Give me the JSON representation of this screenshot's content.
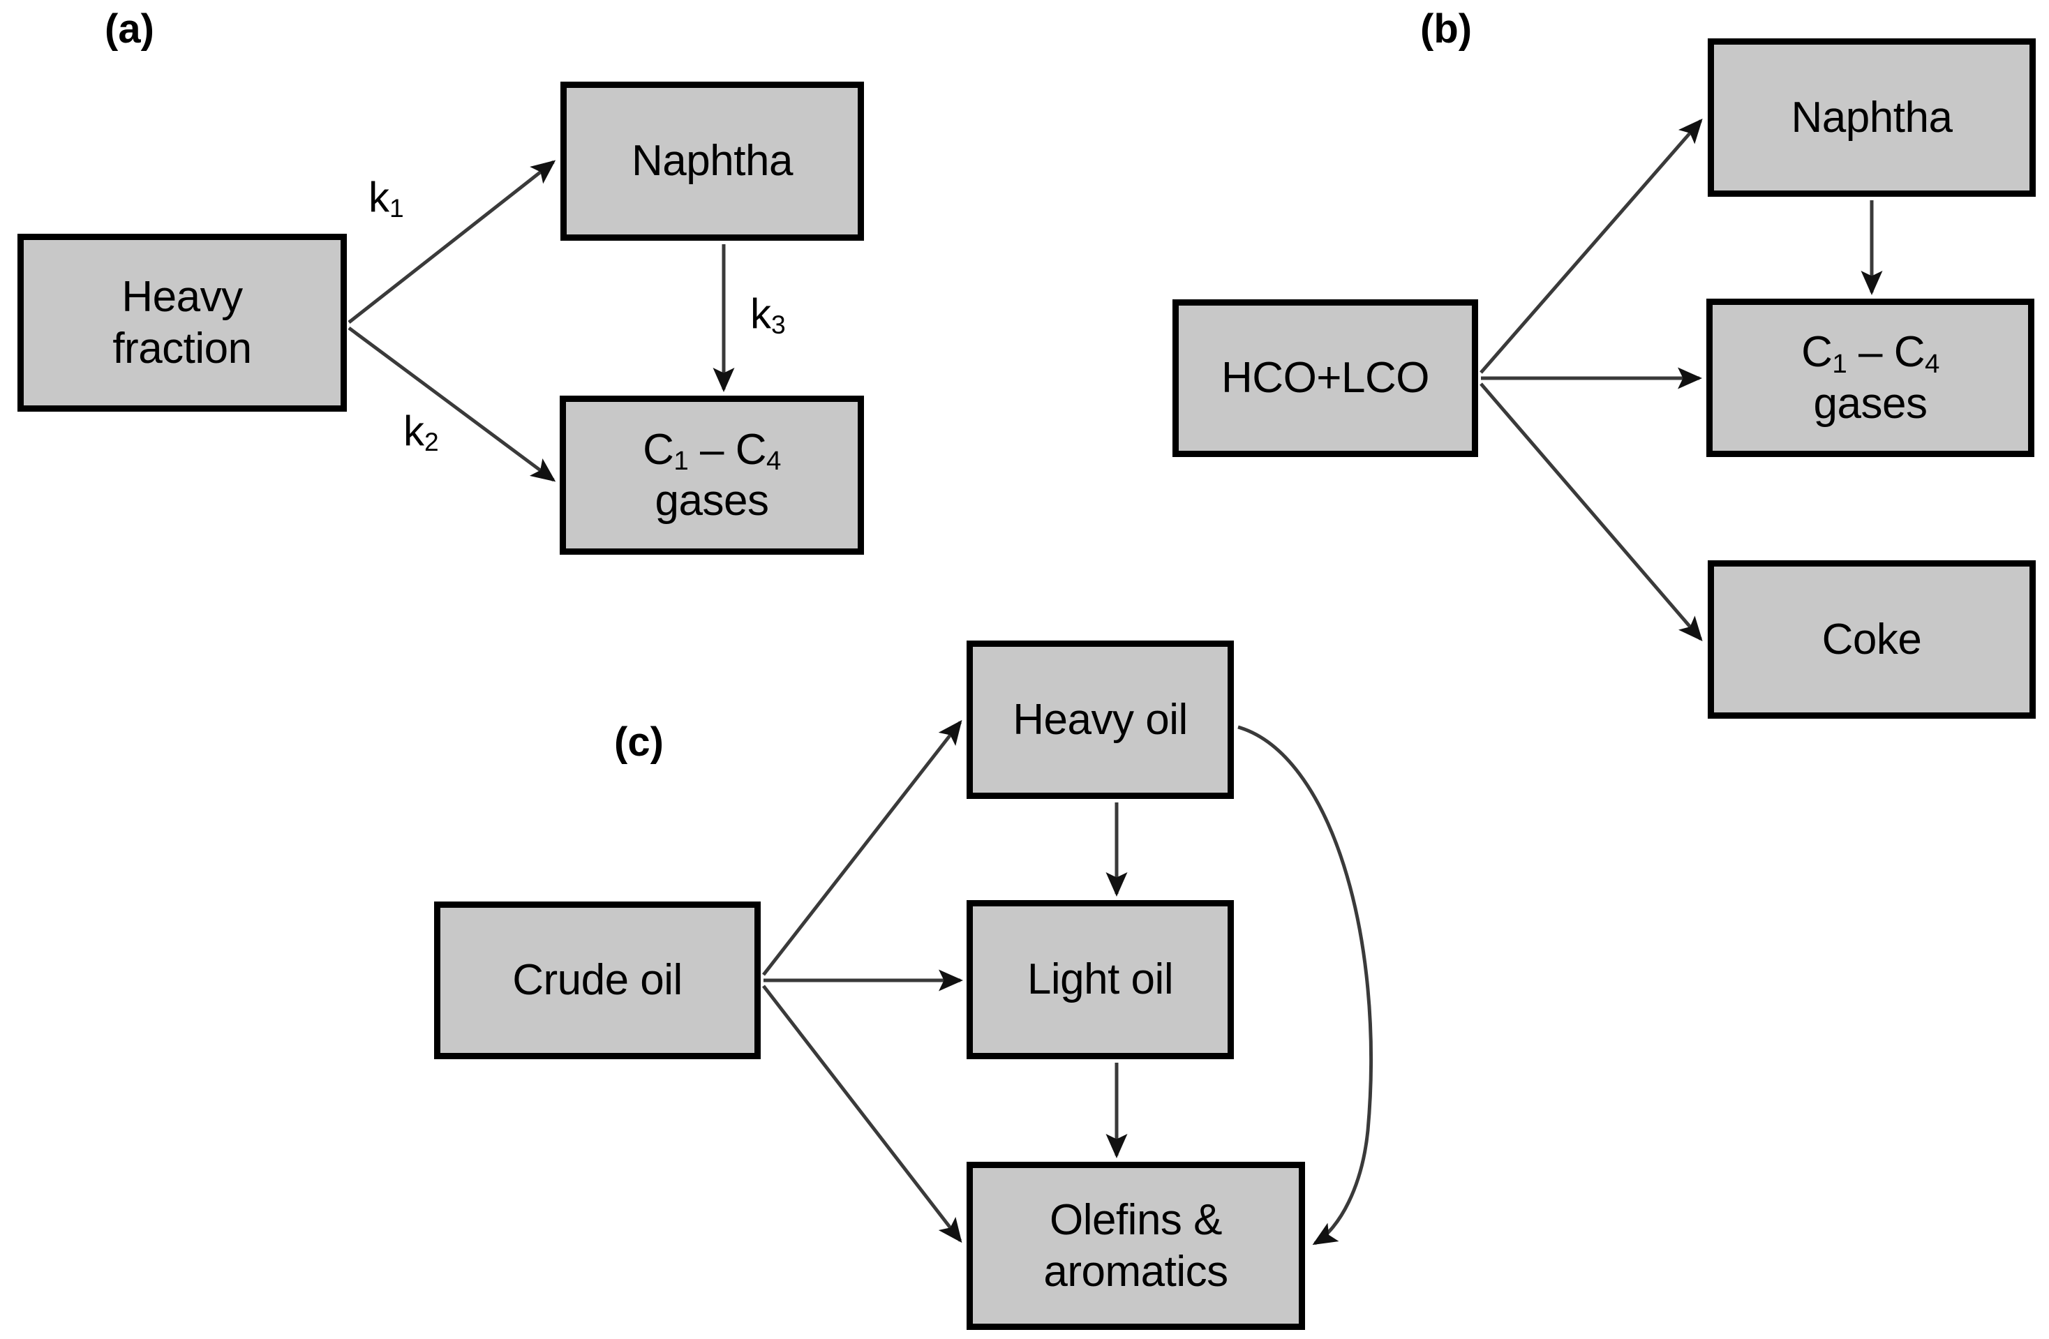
{
  "figure": {
    "background_color": "#ffffff",
    "node_fill_color": "#c8c8c8",
    "node_border_color": "#000000",
    "edge_color": "#3a3a3a",
    "text_color": "#000000"
  },
  "panels": [
    {
      "id": "a",
      "label": "(a)",
      "nodes": [
        {
          "id": "heavy-fraction",
          "line1": "Heavy",
          "line2": "fraction"
        },
        {
          "id": "naphtha-a",
          "line1": "Naphtha",
          "line2": ""
        },
        {
          "id": "c1c4-gases-a",
          "line1_prefix": "C",
          "line1_sub1": "1",
          "line1_mid": " – C",
          "line1_sub2": "4",
          "line2": "gases"
        }
      ],
      "edges": [
        {
          "from": "heavy-fraction",
          "to": "naphtha-a",
          "rate": "k",
          "rate_sub": "1"
        },
        {
          "from": "heavy-fraction",
          "to": "c1c4-gases-a",
          "rate": "k",
          "rate_sub": "2"
        },
        {
          "from": "naphtha-a",
          "to": "c1c4-gases-a",
          "rate": "k",
          "rate_sub": "3"
        }
      ]
    },
    {
      "id": "b",
      "label": "(b)",
      "nodes": [
        {
          "id": "hco-lco",
          "line1": "HCO+LCO",
          "line2": ""
        },
        {
          "id": "naphtha-b",
          "line1": "Naphtha",
          "line2": ""
        },
        {
          "id": "c1c4-gases-b",
          "line1_prefix": "C",
          "line1_sub1": "1",
          "line1_mid": " – C",
          "line1_sub2": "4",
          "line2": "gases"
        },
        {
          "id": "coke",
          "line1": "Coke",
          "line2": ""
        }
      ],
      "edges": [
        {
          "from": "hco-lco",
          "to": "naphtha-b",
          "rate": "",
          "rate_sub": ""
        },
        {
          "from": "hco-lco",
          "to": "c1c4-gases-b",
          "rate": "",
          "rate_sub": ""
        },
        {
          "from": "hco-lco",
          "to": "coke",
          "rate": "",
          "rate_sub": ""
        },
        {
          "from": "naphtha-b",
          "to": "c1c4-gases-b",
          "rate": "",
          "rate_sub": ""
        }
      ]
    },
    {
      "id": "c",
      "label": "(c)",
      "nodes": [
        {
          "id": "crude-oil",
          "line1": "Crude oil",
          "line2": ""
        },
        {
          "id": "heavy-oil",
          "line1": "Heavy oil",
          "line2": ""
        },
        {
          "id": "light-oil",
          "line1": "Light oil",
          "line2": ""
        },
        {
          "id": "olefins-aromatics",
          "line1": "Olefins &",
          "line2": "aromatics"
        }
      ],
      "edges": [
        {
          "from": "crude-oil",
          "to": "heavy-oil",
          "rate": "",
          "rate_sub": ""
        },
        {
          "from": "crude-oil",
          "to": "light-oil",
          "rate": "",
          "rate_sub": ""
        },
        {
          "from": "crude-oil",
          "to": "olefins-aromatics",
          "rate": "",
          "rate_sub": ""
        },
        {
          "from": "heavy-oil",
          "to": "light-oil",
          "rate": "",
          "rate_sub": ""
        },
        {
          "from": "light-oil",
          "to": "olefins-aromatics",
          "rate": "",
          "rate_sub": ""
        },
        {
          "from": "heavy-oil",
          "to": "olefins-aromatics",
          "rate": "",
          "rate_sub": "",
          "curved": true
        }
      ]
    }
  ],
  "labels": {
    "panel_a": "(a)",
    "panel_b": "(b)",
    "panel_c": "(c)",
    "heavy_fraction_l1": "Heavy",
    "heavy_fraction_l2": "fraction",
    "naphtha_a": "Naphtha",
    "gases_a_l2": "gases",
    "hco_lco": "HCO+LCO",
    "naphtha_b": "Naphtha",
    "gases_b_l2": "gases",
    "coke": "Coke",
    "crude_oil": "Crude oil",
    "heavy_oil": "Heavy oil",
    "light_oil": "Light oil",
    "olefins_l1": "Olefins &",
    "olefins_l2": "aromatics",
    "c_prefix": "C",
    "c_sub1": "1",
    "c_mid": " – C",
    "c_sub2": "4",
    "k": "k",
    "k1_sub": "1",
    "k2_sub": "2",
    "k3_sub": "3"
  }
}
